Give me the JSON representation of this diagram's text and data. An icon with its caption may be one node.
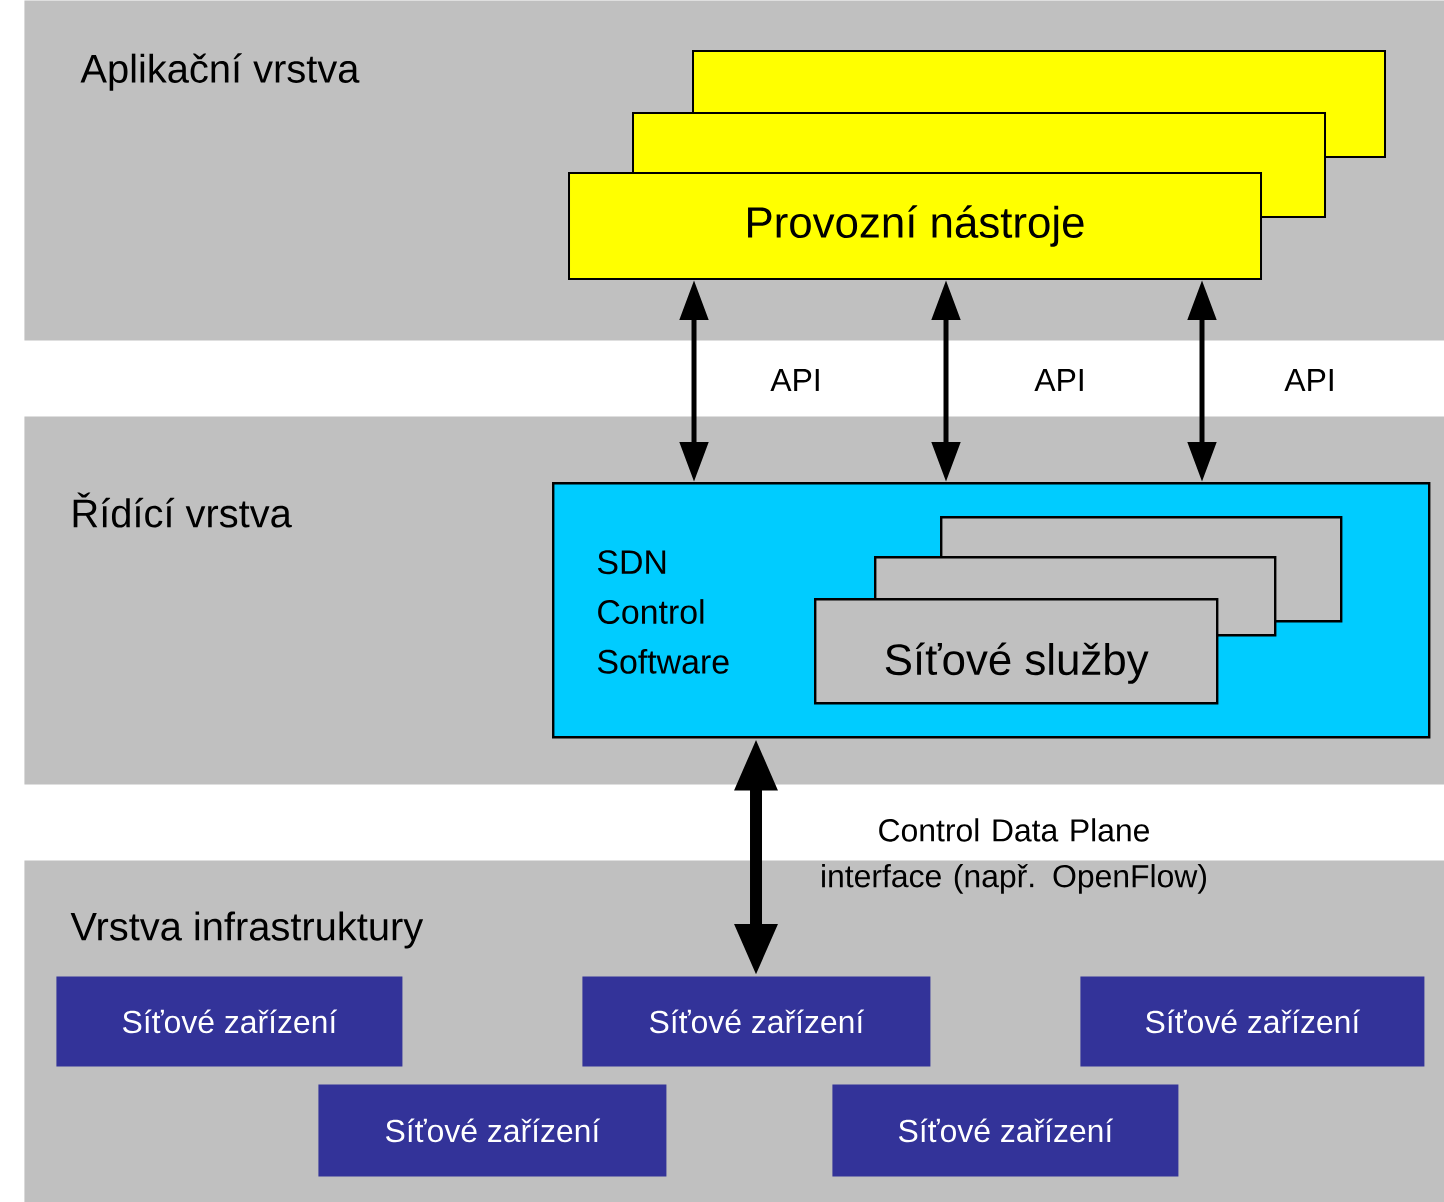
{
  "diagram": {
    "nodes": [
      {
        "text": [
          "Aplikační vrstva"
        ]
      },
      {
        "text": [],
        "shape": "box",
        "in": 0
      },
      {
        "text": [],
        "shape": "box",
        "in": 0
      },
      {
        "text": [
          "Provozní nástroje"
        ],
        "in": 0
      },
      {
        "text": [
          "Řídící vrstva"
        ]
      },
      {
        "text": [
          "SDN Control Software"
        ],
        "in": 4
      },
      {
        "text": [],
        "shape": "box",
        "in": 5
      },
      {
        "text": [],
        "shape": "box",
        "in": 5
      },
      {
        "text": [
          "Síťové služby"
        ],
        "in": 5
      },
      {
        "text": [
          "Vrstva infrastruktury"
        ]
      },
      {
        "text": [
          "Síťové zařízení"
        ],
        "in": 9
      },
      {
        "text": [
          "Síťové zařízení"
        ],
        "in": 9
      },
      {
        "text": [
          "Síťové zařízení"
        ],
        "in": 9
      },
      {
        "text": [
          "Síťové zařízení"
        ],
        "in": 9
      },
      {
        "text": [
          "Síťové zařízení"
        ],
        "in": 9
      }
    ],
    "edges": [
      {
        "from": 3,
        "to": 5,
        "arrow": "both",
        "label": "API"
      },
      {
        "from": 3,
        "to": 5,
        "arrow": "both",
        "label": "API"
      },
      {
        "from": 3,
        "to": 5,
        "arrow": "both",
        "label": "API"
      },
      {
        "from": 5,
        "to": 11,
        "arrow": "both",
        "label": "Control Data Plane interface (např. OpenFlow)",
        "style": "thick"
      }
    ]
  }
}
